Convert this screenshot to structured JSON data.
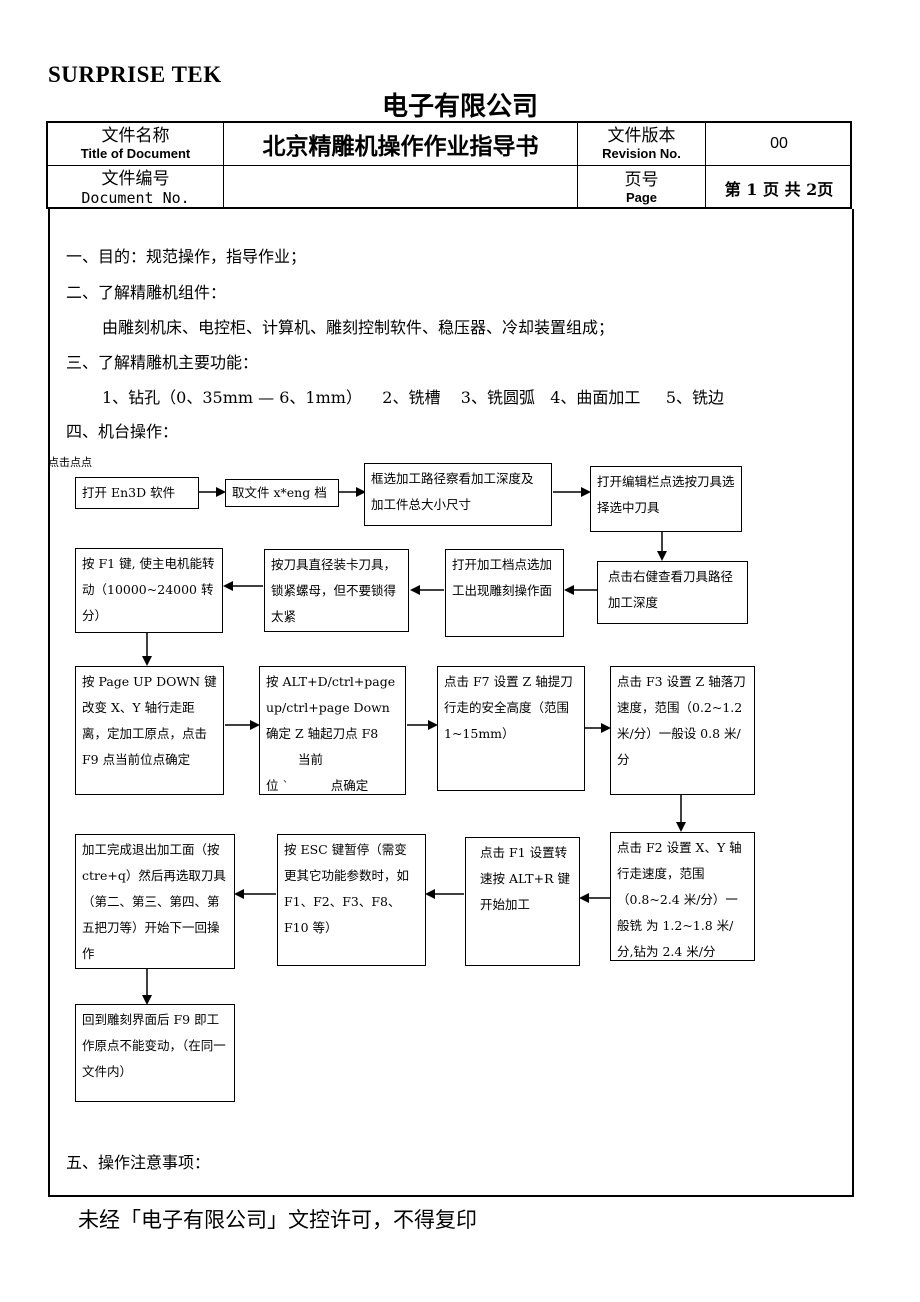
{
  "brand": "SURPRISE TEK",
  "company": "电子有限公司",
  "header": {
    "title_label_zh": "文件名称",
    "title_label_en": "Title of Document",
    "title": "北京精雕机操作作业指导书",
    "revision_label_zh": "文件版本",
    "revision_label_en": "Revision No.",
    "revision": "00",
    "docno_label_zh": "文件编号",
    "docno_label_en": "Document No.",
    "docno": "",
    "page_label_zh": "页号",
    "page_label_en": "Page",
    "page": "第 1 页 共 2页"
  },
  "sections": {
    "s1": "一、目的：规范操作，指导作业；",
    "s2": "二、了解精雕机组件：",
    "s2_body": "由雕刻机床、电控柜、计算机、雕刻控制软件、稳压器、冷却装置组成；",
    "s3": "三、了解精雕机主要功能：",
    "s3_body": "1、钻孔（0、35mm — 6、1mm）    2、铣槽    3、铣圆弧   4、曲面加工     5、铣边",
    "s4": "四、机台操作：",
    "s5": "五、操作注意事项："
  },
  "flow_note": "点击点点",
  "flow": {
    "b1": "打开 En3D 软件",
    "b2": "取文件 x*eng 档",
    "b3": "框选加工路径察看加工深度及加工件总大小尺寸",
    "b4": "打开编辑栏点选按刀具选择选中刀具",
    "b5": "点击右健查看刀具路径加工深度",
    "b6": "打开加工档点选加工出现雕刻操作面",
    "b7": "按刀具直径装卡刀具，锁紧螺母，但不要锁得太紧",
    "b8": "按 F1 键, 使主电机能转动（10000~24000 转分）",
    "b9": "按 Page UP DOWN 键改变 X、Y 轴行走距离，定加工原点，点击 F9 点当前位点确定",
    "b10_a": "按 ALT+D/ctrl+page up/ctrl+page Down 确定 Z 轴起刀点 F8",
    "b10_b": "当前",
    "b10_c": "位 `",
    "b10_d": "点确定",
    "b11": "点击 F7 设置 Z 轴提刀行走的安全高度（范围 1~15mm）",
    "b12": "点击 F3 设置 Z 轴落刀速度，范围（0.2~1.2 米/分）一般设 0.8 米/分",
    "b13": "点击 F2 设置 X、Y 轴行走速度，范围（0.8~2.4 米/分）一般铣 为 1.2~1.8 米/分,钻为 2.4 米/分",
    "b14": "点击 F1 设置转速按 ALT+R 键开始加工",
    "b15": "按 ESC 键暂停（需变更其它功能参数时，如 F1、F2、F3、F8、F10 等）",
    "b16": "加工完成退出加工面（按 ctre+q）然后再选取刀具（第二、第三、第四、第五把刀等）开始下一回操作",
    "b17": "回到雕刻界面后 F9 即工作原点不能变动，（在同一文件内）"
  },
  "footer": "未经「电子有限公司」文控许可，不得复印"
}
